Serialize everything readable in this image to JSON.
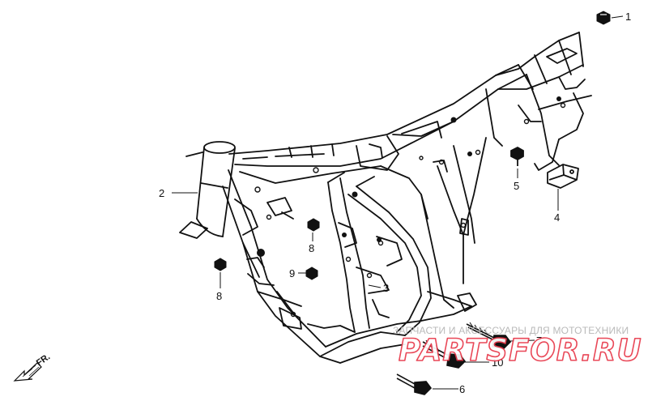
{
  "diagram": {
    "callouts": [
      {
        "id": "1",
        "label": "1"
      },
      {
        "id": "2",
        "label": "2"
      },
      {
        "id": "3",
        "label": "3"
      },
      {
        "id": "4",
        "label": "4"
      },
      {
        "id": "5",
        "label": "5"
      },
      {
        "id": "6",
        "label": "6"
      },
      {
        "id": "7",
        "label": "7"
      },
      {
        "id": "8a",
        "label": "8"
      },
      {
        "id": "8b",
        "label": "8"
      },
      {
        "id": "9",
        "label": "9"
      },
      {
        "id": "10",
        "label": "10"
      }
    ],
    "direction_label": "FR.",
    "watermark": {
      "tagline": "ЗАПЧАСТИ И АКСЕССУАРЫ ДЛЯ МОТОТЕХНИКИ",
      "brand": "PARTSFOR.RU",
      "brand_color": "#e8394a"
    },
    "line_color": "#111111"
  }
}
